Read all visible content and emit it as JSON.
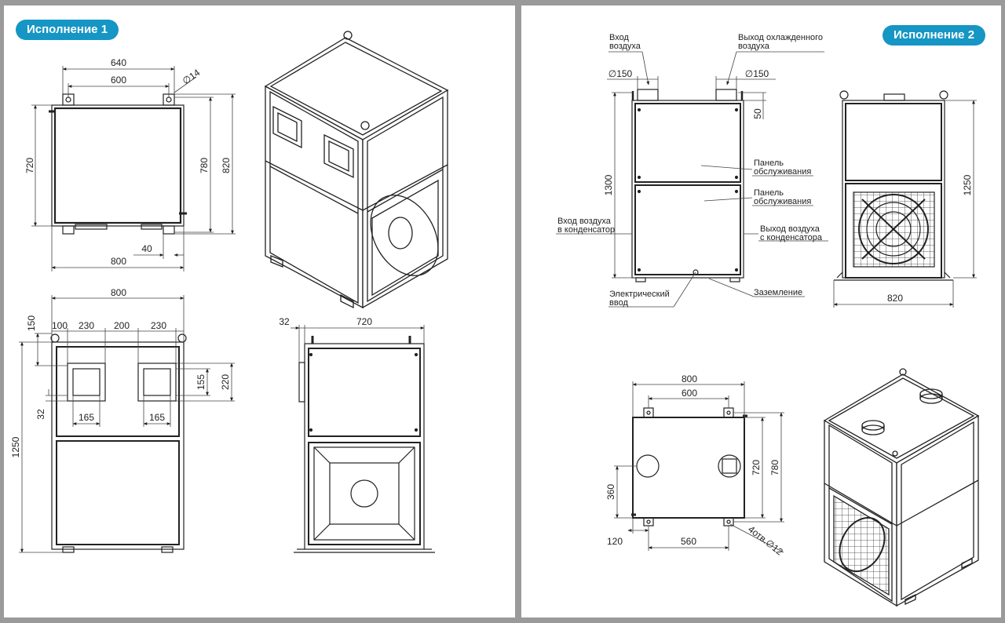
{
  "badges": {
    "left": "Исполнение 1",
    "right": "Исполнение 2"
  },
  "dims_v1": {
    "front_top_outer": "640",
    "front_top_inner": "600",
    "hole": "∅14",
    "h720": "720",
    "h780": "780",
    "h820": "820",
    "w40": "40",
    "w800": "800",
    "rear_w800": "800",
    "rear_150": "150",
    "rear_100": "100",
    "rear_230a": "230",
    "rear_200": "200",
    "rear_230b": "230",
    "rear_155": "155",
    "rear_220": "220",
    "rear_32": "32",
    "rear_165a": "165",
    "rear_165b": "165",
    "rear_1250": "1250",
    "side_32": "32",
    "side_720": "720"
  },
  "dims_v2": {
    "d150a": "∅150",
    "d150b": "∅150",
    "h50": "50",
    "h1300": "1300",
    "h1250": "1250",
    "w820": "820",
    "w800": "800",
    "w600": "600",
    "h720": "720",
    "h780": "780",
    "h360": "360",
    "w120": "120",
    "w560": "560",
    "holes": "4отв.∅12"
  },
  "labels_v2": {
    "air_in_1": "Вход",
    "air_in_2": "воздуха",
    "air_out_1": "Выход охлажденного",
    "air_out_2": "воздуха",
    "panel1_1": "Панель",
    "panel1_2": "обслуживания",
    "panel2_1": "Панель",
    "panel2_2": "обслуживания",
    "cond_in_1": "Вход воздуха",
    "cond_in_2": "в конденсатор",
    "cond_out_1": "Выход воздуха",
    "cond_out_2": "с конденсатора",
    "elec_1": "Электрический",
    "elec_2": "ввод",
    "ground": "Заземление"
  },
  "colors": {
    "accent": "#1596c4",
    "background": "#9a9a9a",
    "line": "#222222"
  }
}
